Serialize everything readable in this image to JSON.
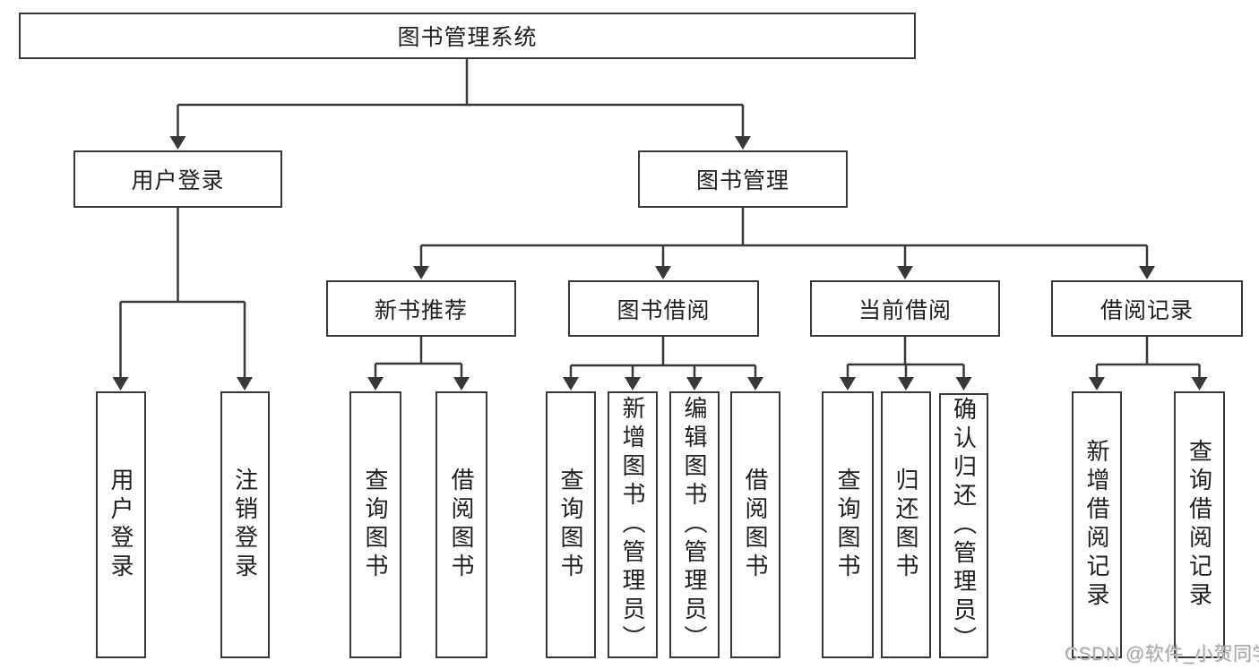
{
  "theme": {
    "line_color": "#383838",
    "text_color": "#1f1f1f",
    "watermark_color": "#a9a9a9",
    "background": "#ffffff"
  },
  "watermark": "CSDN @软件_小贺同学",
  "tree": {
    "root": {
      "label": "图书管理系统"
    },
    "level2": [
      {
        "label": "用户登录",
        "children": [
          "用户登录",
          "注销登录"
        ]
      },
      {
        "label": "图书管理"
      }
    ],
    "level3": [
      {
        "label": "新书推荐",
        "children": [
          "查询图书",
          "借阅图书"
        ]
      },
      {
        "label": "图书借阅",
        "children": [
          "查询图书",
          "新增图书（管理员）",
          "编辑图书（管理员）",
          "借阅图书"
        ]
      },
      {
        "label": "当前借阅",
        "children": [
          "查询图书",
          "归还图书",
          "确认归还（管理员）"
        ]
      },
      {
        "label": "借阅记录",
        "children": [
          "新增借阅记录",
          "查询借阅记录"
        ]
      }
    ]
  }
}
